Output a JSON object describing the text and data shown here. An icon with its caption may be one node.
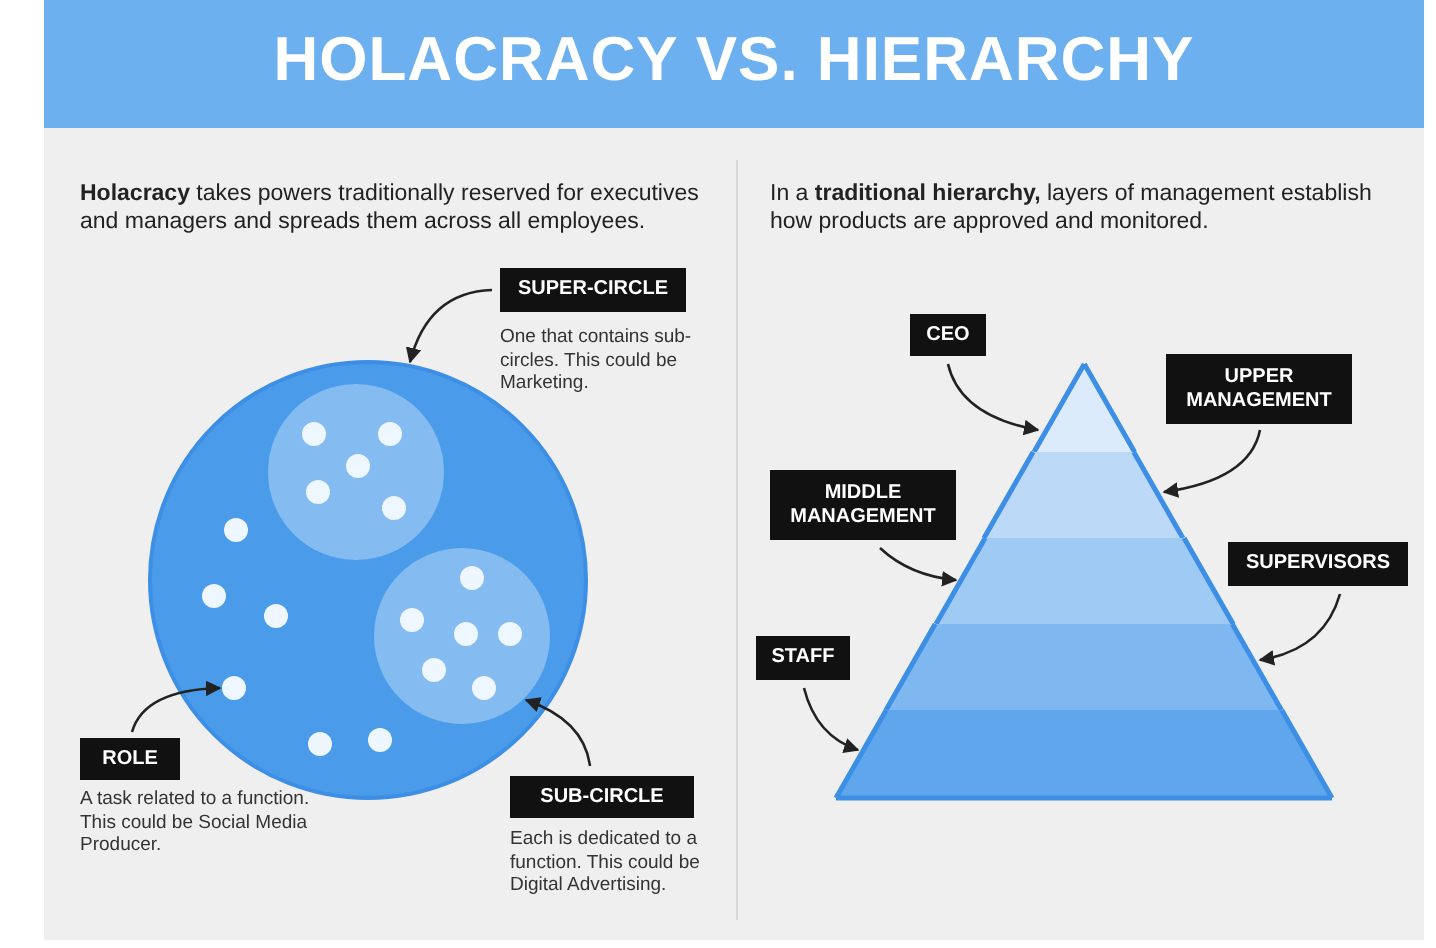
{
  "diagram": {
    "title": "HOLACRACY VS. HIERARCHY",
    "nodes": [
      {
        "text": [
          "SUPER-CIRCLE"
        ],
        "beside": [
          "One that contains sub-circles. This could be Marketing."
        ]
      },
      {
        "text": [],
        "shape": "circle"
      },
      {
        "text": [],
        "shape": "circle",
        "in": 1
      },
      {
        "text": [],
        "shape": "circle",
        "in": 2
      },
      {
        "text": [],
        "shape": "circle",
        "in": 2
      },
      {
        "text": [],
        "shape": "circle",
        "in": 2
      },
      {
        "text": [],
        "shape": "circle",
        "in": 2
      },
      {
        "text": [],
        "shape": "circle",
        "in": 2
      },
      {
        "text": [],
        "shape": "circle",
        "in": 1
      },
      {
        "text": [],
        "shape": "circle",
        "in": 8
      },
      {
        "text": [],
        "shape": "circle",
        "in": 8
      },
      {
        "text": [],
        "shape": "circle",
        "in": 8
      },
      {
        "text": [],
        "shape": "circle",
        "in": 8
      },
      {
        "text": [],
        "shape": "circle",
        "in": 8
      },
      {
        "text": [],
        "shape": "circle",
        "in": 8
      },
      {
        "text": [],
        "shape": "circle",
        "in": 1
      },
      {
        "text": [],
        "shape": "circle",
        "in": 1
      },
      {
        "text": [],
        "shape": "circle",
        "in": 1
      },
      {
        "text": [],
        "shape": "circle",
        "in": 1
      },
      {
        "text": [],
        "shape": "circle",
        "in": 1
      },
      {
        "text": [],
        "shape": "circle",
        "in": 1
      },
      {
        "text": [
          "ROLE"
        ],
        "beside": [
          "A task related to a function. This could be Social Media Producer."
        ]
      },
      {
        "text": [
          "SUB-CIRCLE"
        ],
        "beside": [
          "Each is dedicated to a function. This could be Digital Advertising."
        ]
      },
      {
        "text": [
          "CEO"
        ]
      },
      {
        "text": [
          "UPPER MANAGEMENT"
        ]
      },
      {
        "text": [
          "MIDDLE MANAGEMENT"
        ]
      },
      {
        "text": [
          "SUPERVISORS"
        ]
      },
      {
        "text": [
          "STAFF"
        ]
      },
      {
        "text": [],
        "shape": "bar"
      },
      {
        "text": [],
        "shape": "bar"
      },
      {
        "text": [],
        "shape": "bar"
      },
      {
        "text": [],
        "shape": "bar"
      },
      {
        "text": [],
        "shape": "bar"
      }
    ],
    "edges": [
      {
        "from": 0,
        "to": 1,
        "arrow": "to"
      },
      {
        "from": 21,
        "to": 18,
        "arrow": "to"
      },
      {
        "from": 22,
        "to": 8,
        "arrow": "to"
      },
      {
        "from": 23,
        "to": 28,
        "arrow": "to"
      },
      {
        "from": 24,
        "to": 29,
        "arrow": "to"
      },
      {
        "from": 25,
        "to": 30,
        "arrow": "to"
      },
      {
        "from": 26,
        "to": 31,
        "arrow": "to"
      },
      {
        "from": 27,
        "to": 32,
        "arrow": "to"
      }
    ],
    "labels": [
      "**Holacracy** takes powers traditionally reserved for executives and managers and spreads them across all employees.",
      "In a **traditional hierarchy,** layers of management establish how products are approved and monitored."
    ]
  }
}
